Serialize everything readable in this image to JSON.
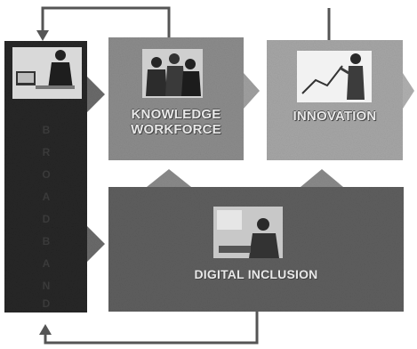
{
  "boxes": {
    "knowledge_workforce": {
      "label_line1": "KNOWLEDGE",
      "label_line2": "WORKFORCE"
    },
    "innovation": {
      "label": "INNOVATION"
    },
    "digital_inclusion": {
      "label": "DIGITAL INCLUSION"
    }
  },
  "colors": {
    "broadband_box": "#262626",
    "knowledge_box": "#8c8c8c",
    "innovation_box": "#a6a6a6",
    "digital_box": "#5e5e5e",
    "connector": "#555555"
  },
  "icons": {
    "broadband_photo": "person-at-computer-photo",
    "knowledge_photo": "people-group-at-computers-photo",
    "innovation_photo": "presenter-with-chart-photo",
    "digital_photo": "person-typing-at-keyboard-photo"
  }
}
